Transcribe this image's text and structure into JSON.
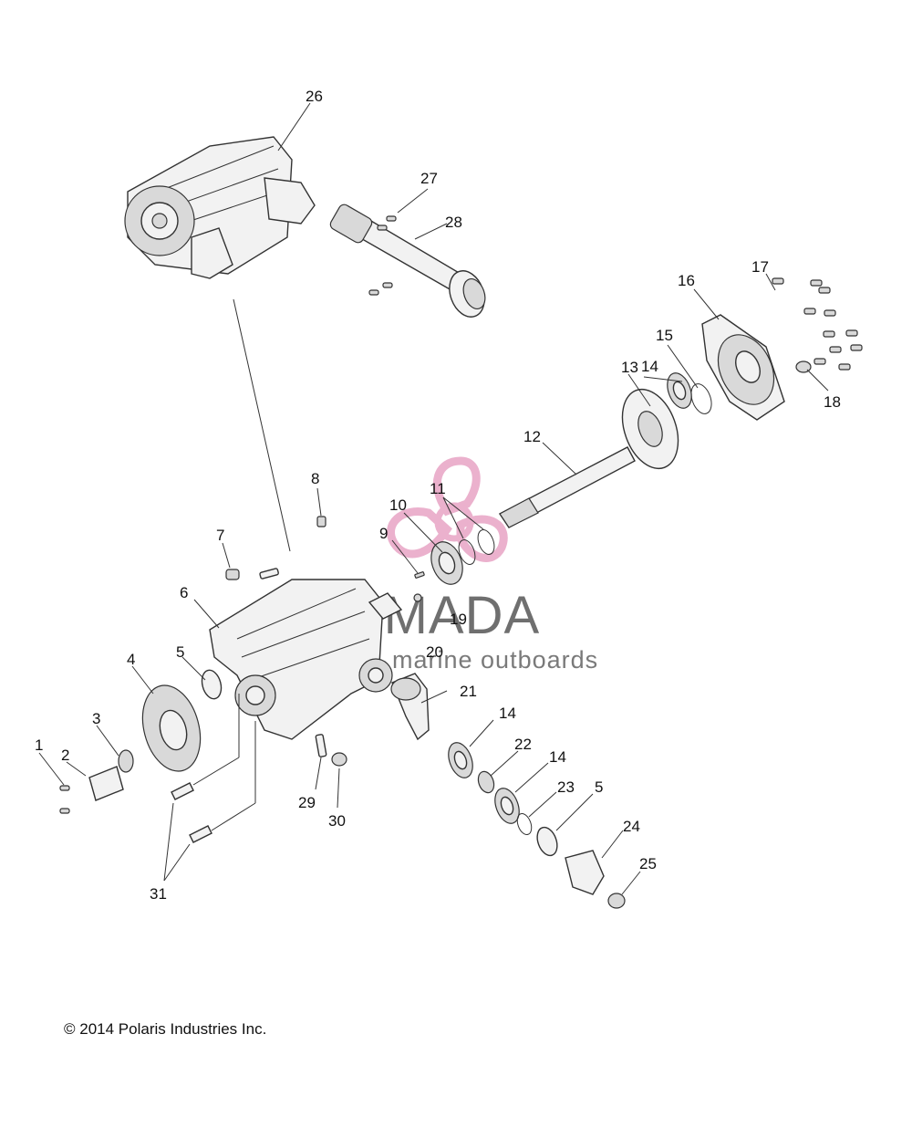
{
  "callouts": [
    "1",
    "2",
    "3",
    "4",
    "5",
    "6",
    "7",
    "8",
    "9",
    "10",
    "11",
    "12",
    "13",
    "14",
    "15",
    "16",
    "17",
    "18",
    "19",
    "20",
    "21",
    "14",
    "22",
    "14",
    "23",
    "5",
    "24",
    "25",
    "26",
    "27",
    "28",
    "29",
    "30",
    "31"
  ],
  "copyright": "© 2014 Polaris Industries Inc.",
  "watermark": {
    "title": "ARMADA",
    "subtitle": "marine outboards",
    "accent": "#e9a9c8",
    "text_color": "#6f6f6f"
  }
}
